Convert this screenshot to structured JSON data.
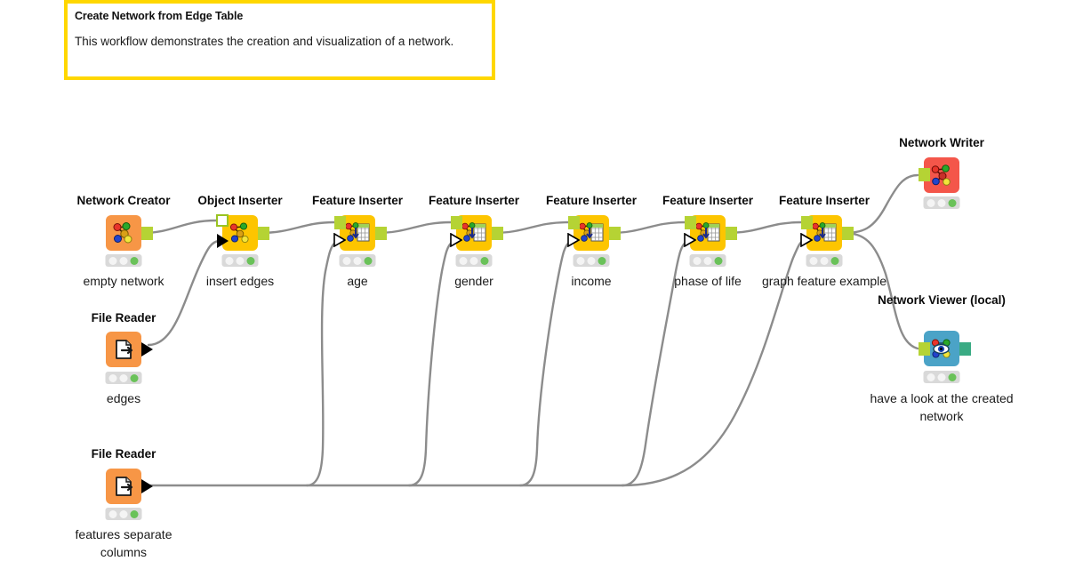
{
  "workflow": {
    "note": {
      "title": "Create Network from Edge Table",
      "body": "This workflow demonstrates the creation and visualization of a network.",
      "border_color": "#FFD700",
      "background_color": "#FFFFFF"
    },
    "colors": {
      "node_yellow": "#FDC500",
      "node_orange": "#F79646",
      "node_red": "#F4564A",
      "node_blue": "#4BA3C7",
      "port_green": "#B5D334",
      "port_teal": "#3AAB84",
      "status_on": "#6AC259",
      "status_off": "#F4F4F4",
      "status_bar": "#D9D9D9",
      "connection": "#8C8C8C",
      "text": "#1A1A1A"
    },
    "nodes": [
      {
        "id": "network-creator",
        "title": "Network Creator",
        "label": "empty network",
        "icon": "network-creator-icon",
        "color": "#F79646",
        "status": [
          false,
          false,
          true
        ]
      },
      {
        "id": "object-inserter",
        "title": "Object Inserter",
        "label": "insert edges",
        "icon": "object-inserter-icon",
        "color": "#FDC500",
        "status": [
          false,
          false,
          true
        ]
      },
      {
        "id": "feature-inserter-age",
        "title": "Feature Inserter",
        "label": "age",
        "icon": "feature-inserter-icon",
        "color": "#FDC500",
        "status": [
          false,
          false,
          true
        ]
      },
      {
        "id": "feature-inserter-gender",
        "title": "Feature Inserter",
        "label": "gender",
        "icon": "feature-inserter-icon",
        "color": "#FDC500",
        "status": [
          false,
          false,
          true
        ]
      },
      {
        "id": "feature-inserter-income",
        "title": "Feature Inserter",
        "label": "income",
        "icon": "feature-inserter-icon",
        "color": "#FDC500",
        "status": [
          false,
          false,
          true
        ]
      },
      {
        "id": "feature-inserter-phase-of-life",
        "title": "Feature Inserter",
        "label": "phase of life",
        "icon": "feature-inserter-icon",
        "color": "#FDC500",
        "status": [
          false,
          false,
          true
        ]
      },
      {
        "id": "feature-inserter-graph-feature",
        "title": "Feature Inserter",
        "label": "graph feature example",
        "icon": "feature-inserter-icon",
        "color": "#FDC500",
        "status": [
          false,
          false,
          true
        ]
      },
      {
        "id": "file-reader-edges",
        "title": "File Reader",
        "label": "edges",
        "icon": "file-reader-icon",
        "color": "#F79646",
        "status": [
          false,
          false,
          true
        ]
      },
      {
        "id": "file-reader-features",
        "title": "File Reader",
        "label": "features separate columns",
        "icon": "file-reader-icon",
        "color": "#F79646",
        "status": [
          false,
          false,
          true
        ]
      },
      {
        "id": "network-writer",
        "title": "Network Writer",
        "label": "",
        "icon": "network-writer-icon",
        "color": "#F4564A",
        "status": [
          false,
          false,
          true
        ]
      },
      {
        "id": "network-viewer",
        "title": "Network Viewer (local)",
        "label": "have a look at the created network",
        "icon": "network-viewer-icon",
        "color": "#4BA3C7",
        "status": [
          false,
          false,
          true
        ]
      }
    ],
    "connections": [
      {
        "from": "network-creator",
        "to": "object-inserter"
      },
      {
        "from": "file-reader-edges",
        "to": "object-inserter"
      },
      {
        "from": "object-inserter",
        "to": "feature-inserter-age"
      },
      {
        "from": "feature-inserter-age",
        "to": "feature-inserter-gender"
      },
      {
        "from": "feature-inserter-gender",
        "to": "feature-inserter-income"
      },
      {
        "from": "feature-inserter-income",
        "to": "feature-inserter-phase-of-life"
      },
      {
        "from": "feature-inserter-phase-of-life",
        "to": "feature-inserter-graph-feature"
      },
      {
        "from": "file-reader-features",
        "to": "feature-inserter-age"
      },
      {
        "from": "file-reader-features",
        "to": "feature-inserter-gender"
      },
      {
        "from": "file-reader-features",
        "to": "feature-inserter-income"
      },
      {
        "from": "file-reader-features",
        "to": "feature-inserter-phase-of-life"
      },
      {
        "from": "file-reader-features",
        "to": "feature-inserter-graph-feature"
      },
      {
        "from": "feature-inserter-graph-feature",
        "to": "network-writer"
      },
      {
        "from": "feature-inserter-graph-feature",
        "to": "network-viewer"
      }
    ]
  }
}
